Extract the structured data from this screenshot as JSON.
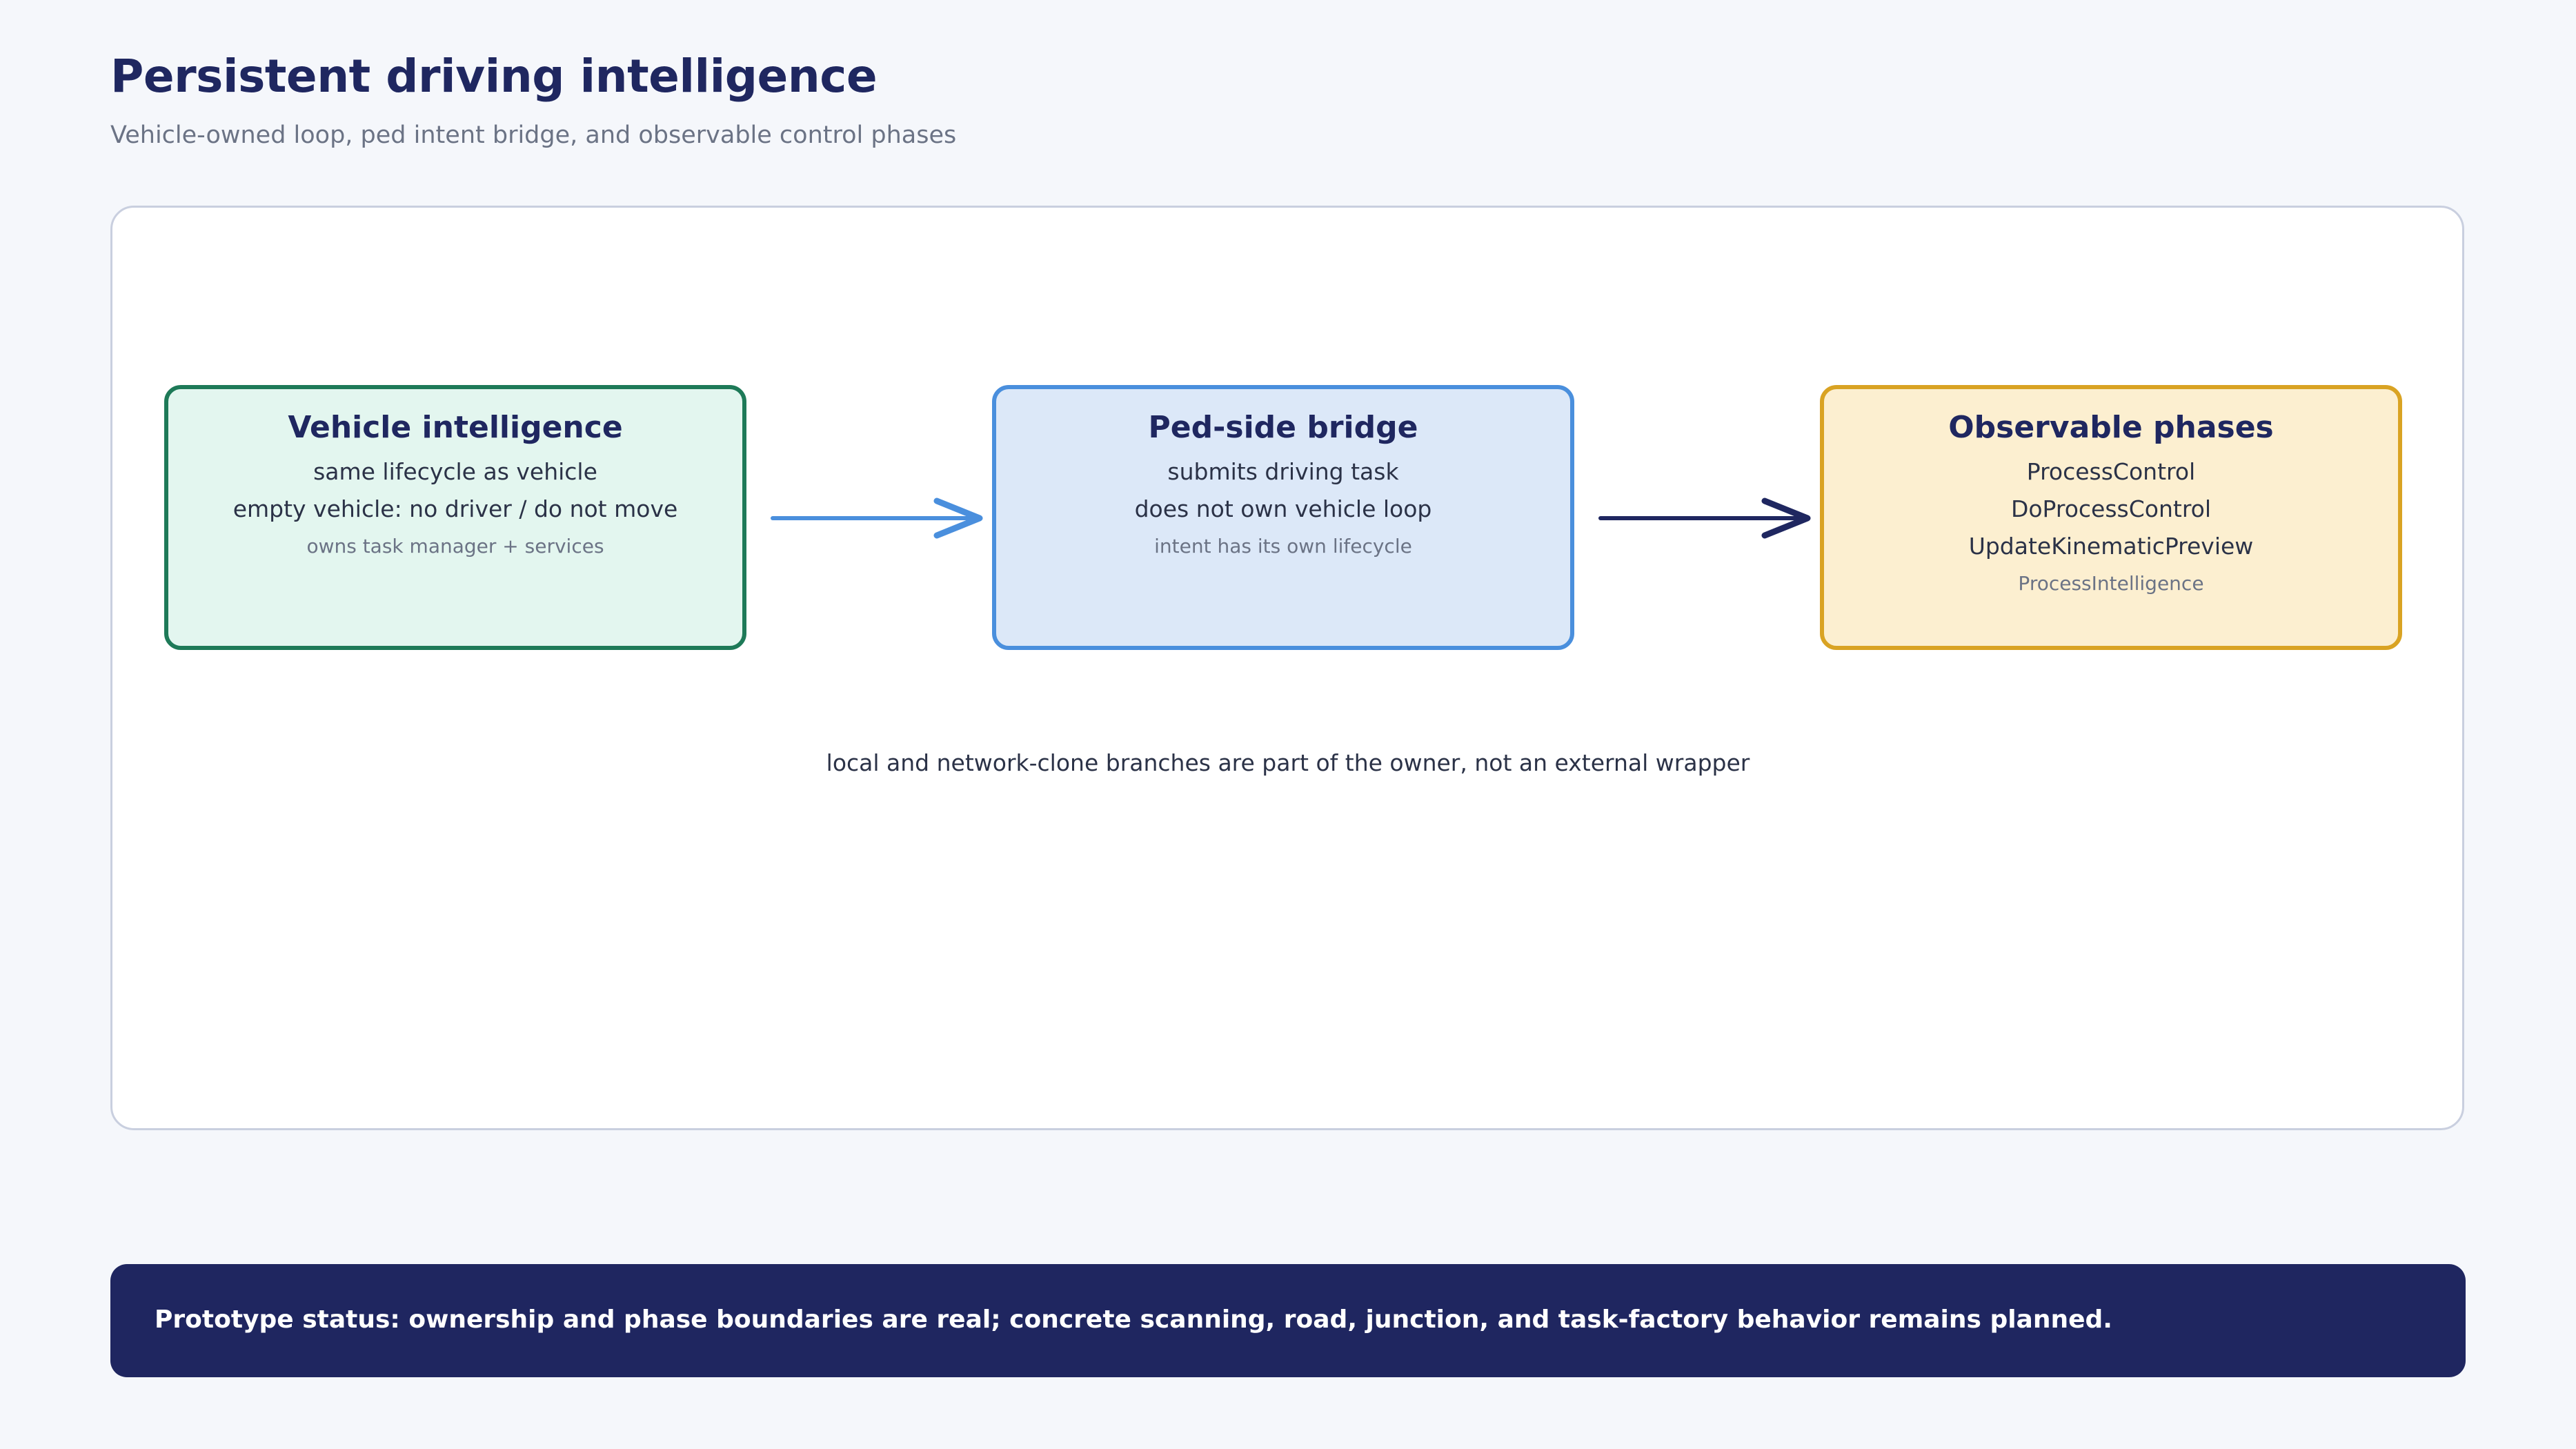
{
  "header": {
    "title": "Persistent driving intelligence",
    "subtitle": "Vehicle-owned loop, ped intent bridge, and observable control phases"
  },
  "nodes": [
    {
      "title": "Vehicle intelligence",
      "lines": [
        "same lifecycle as vehicle",
        "empty vehicle: no driver / do not move"
      ],
      "note": "owns task manager + services",
      "fill": "#e3f6ef",
      "border": "#1e7a58"
    },
    {
      "title": "Ped-side bridge",
      "lines": [
        "submits driving task",
        "does not own vehicle loop"
      ],
      "note": "intent has its own lifecycle",
      "fill": "#dce8f8",
      "border": "#4a8fdd"
    },
    {
      "title": "Observable phases",
      "lines": [
        "ProcessControl",
        "DoProcessControl",
        "UpdateKinematicPreview"
      ],
      "note": "ProcessIntelligence",
      "fill": "#fcefd0",
      "border": "#d9a323"
    }
  ],
  "edges": [
    {
      "from": "Vehicle intelligence",
      "to": "Ped-side bridge",
      "color": "#4a8fdd"
    },
    {
      "from": "Ped-side bridge",
      "to": "Observable phases",
      "color": "#1f2760"
    }
  ],
  "caption": "local and network-clone branches are part of the owner, not an external wrapper",
  "status": {
    "text": "Prototype status: ownership and phase boundaries are real; concrete scanning, road, junction, and task-factory behavior remains planned.",
    "background": "#1f2660"
  }
}
